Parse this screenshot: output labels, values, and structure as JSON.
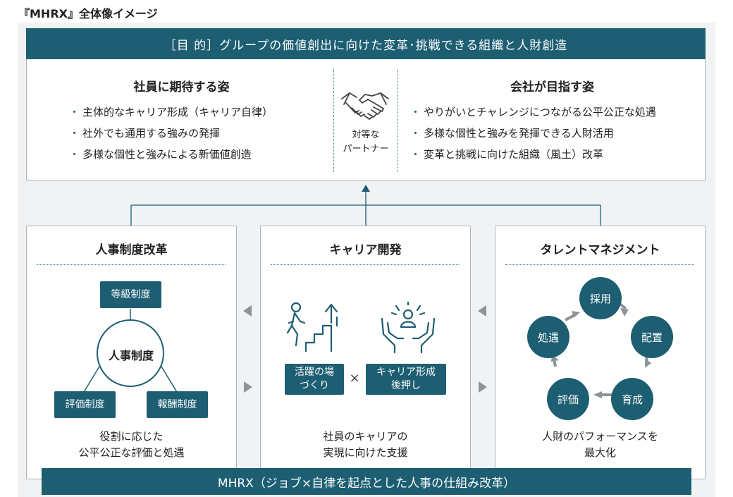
{
  "title": "『MHRX』全体像イメージ",
  "purpose": "［目 的］グループの価値創出に向けた変革･挑戦できる組織と人財創造",
  "employee": {
    "heading": "社員に期待する姿",
    "bullet_marker": "・",
    "items": [
      "主体的なキャリア形成（キャリア自律）",
      "社外でも通用する強みの発揮",
      "多様な個性と強みによる新価値創造"
    ]
  },
  "partner": {
    "line1": "対等な",
    "line2": "パートナー",
    "icon": "handshake-icon"
  },
  "company": {
    "heading": "会社が目指す姿",
    "bullet_marker": "・",
    "items": [
      "やりがいとチャレンジにつながる公平公正な処遇",
      "多様な個性と強みを発揮できる人財活用",
      "変革と挑戦に向けた組織（風土）改革"
    ]
  },
  "hr_reform": {
    "title": "人事制度改革",
    "top": "等級制度",
    "center": "人事制度",
    "left": "評価制度",
    "right": "報酬制度",
    "desc_line1": "役割に応じた",
    "desc_line2": "公平公正な評価と処遇"
  },
  "career": {
    "title": "キャリア開発",
    "box1_line1": "活躍の場",
    "box1_line2": "づくり",
    "cross": "×",
    "box2_line1": "キャリア形成",
    "box2_line2": "後押し",
    "desc_line1": "社員のキャリアの",
    "desc_line2": "実現に向けた支援",
    "icons": [
      "stairs-walker-icon",
      "hands-person-icon"
    ]
  },
  "talent": {
    "title": "タレントマネジメント",
    "cycle": [
      "採用",
      "配置",
      "育成",
      "評価",
      "処遇"
    ],
    "desc_line1": "人財のパフォーマンスを",
    "desc_line2": "最大化"
  },
  "bottom": "MHRX（ジョブ×自律を起点とした人事の仕組み改革）",
  "colors": {
    "primary": "#1d5e72",
    "border": "#aab4bb",
    "background": "#f0f2f4",
    "arrow": "#8a9499"
  }
}
